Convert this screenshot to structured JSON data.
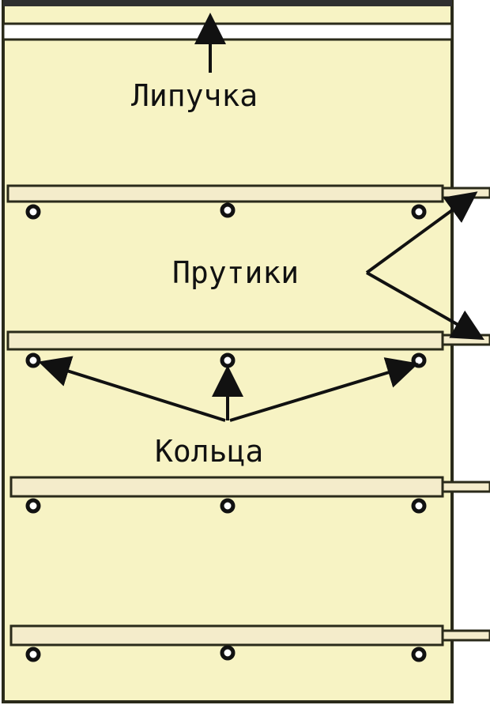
{
  "labels": {
    "velcro": "Липучка",
    "rods": "Прутики",
    "rings": "Кольца"
  },
  "colors": {
    "fabric": "#f7f3c4",
    "rod": "#f4eccb",
    "outline": "#2a2a1a",
    "ring": "#111111",
    "top_bar": "#2f2f2f"
  }
}
